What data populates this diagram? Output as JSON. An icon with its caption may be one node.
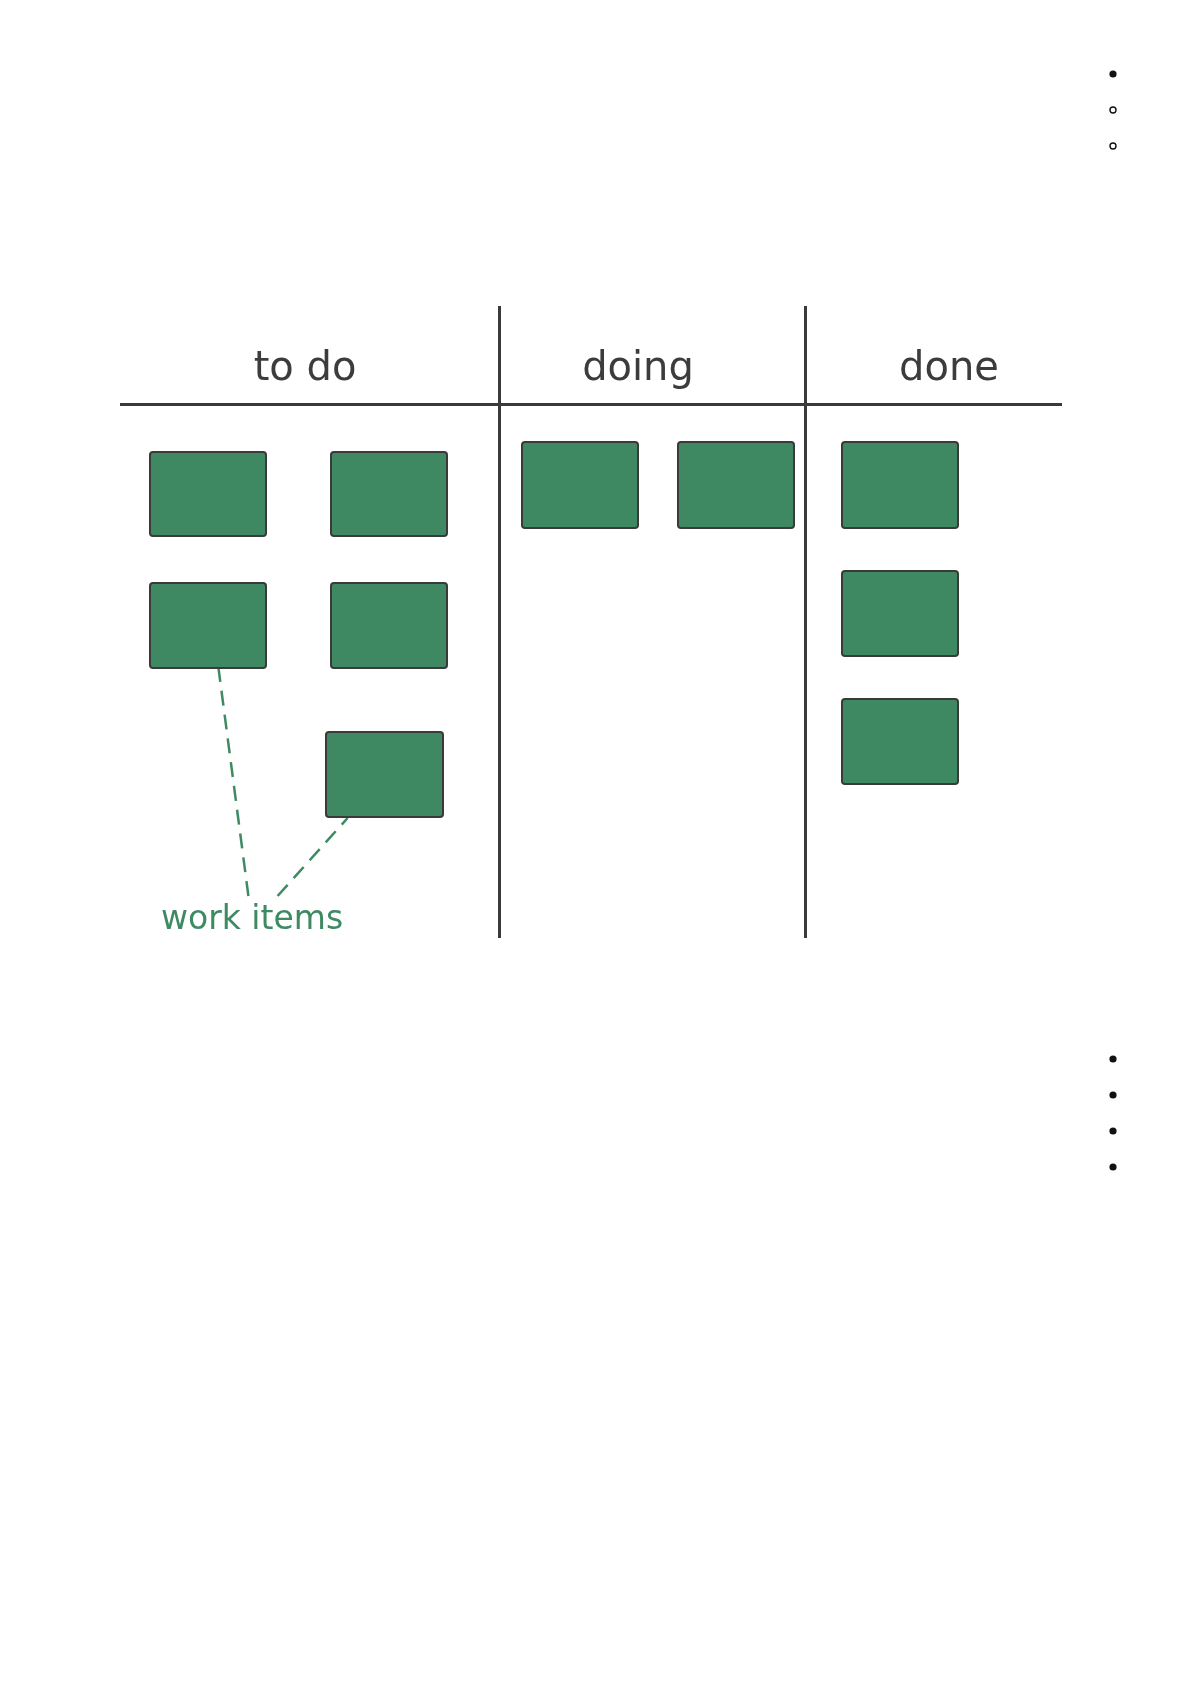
{
  "diagram": {
    "nodes": [
      {
        "text": [],
        "shape": "box"
      },
      {
        "text": [],
        "shape": "box"
      },
      {
        "text": [],
        "shape": "box"
      },
      {
        "text": [],
        "shape": "box"
      },
      {
        "text": [],
        "shape": "box"
      },
      {
        "text": [],
        "shape": "box"
      },
      {
        "text": [],
        "shape": "box"
      },
      {
        "text": [],
        "shape": "box"
      },
      {
        "text": [],
        "shape": "box"
      },
      {
        "text": [],
        "shape": "box"
      },
      {
        "text": [
          "work items"
        ]
      }
    ],
    "edges": [
      {
        "from": 10,
        "to": 2,
        "arrow": "none",
        "style": "dashed"
      },
      {
        "from": 10,
        "to": 4,
        "arrow": "none",
        "style": "dashed"
      }
    ],
    "labels": [
      "to do",
      "doing",
      "done"
    ]
  }
}
